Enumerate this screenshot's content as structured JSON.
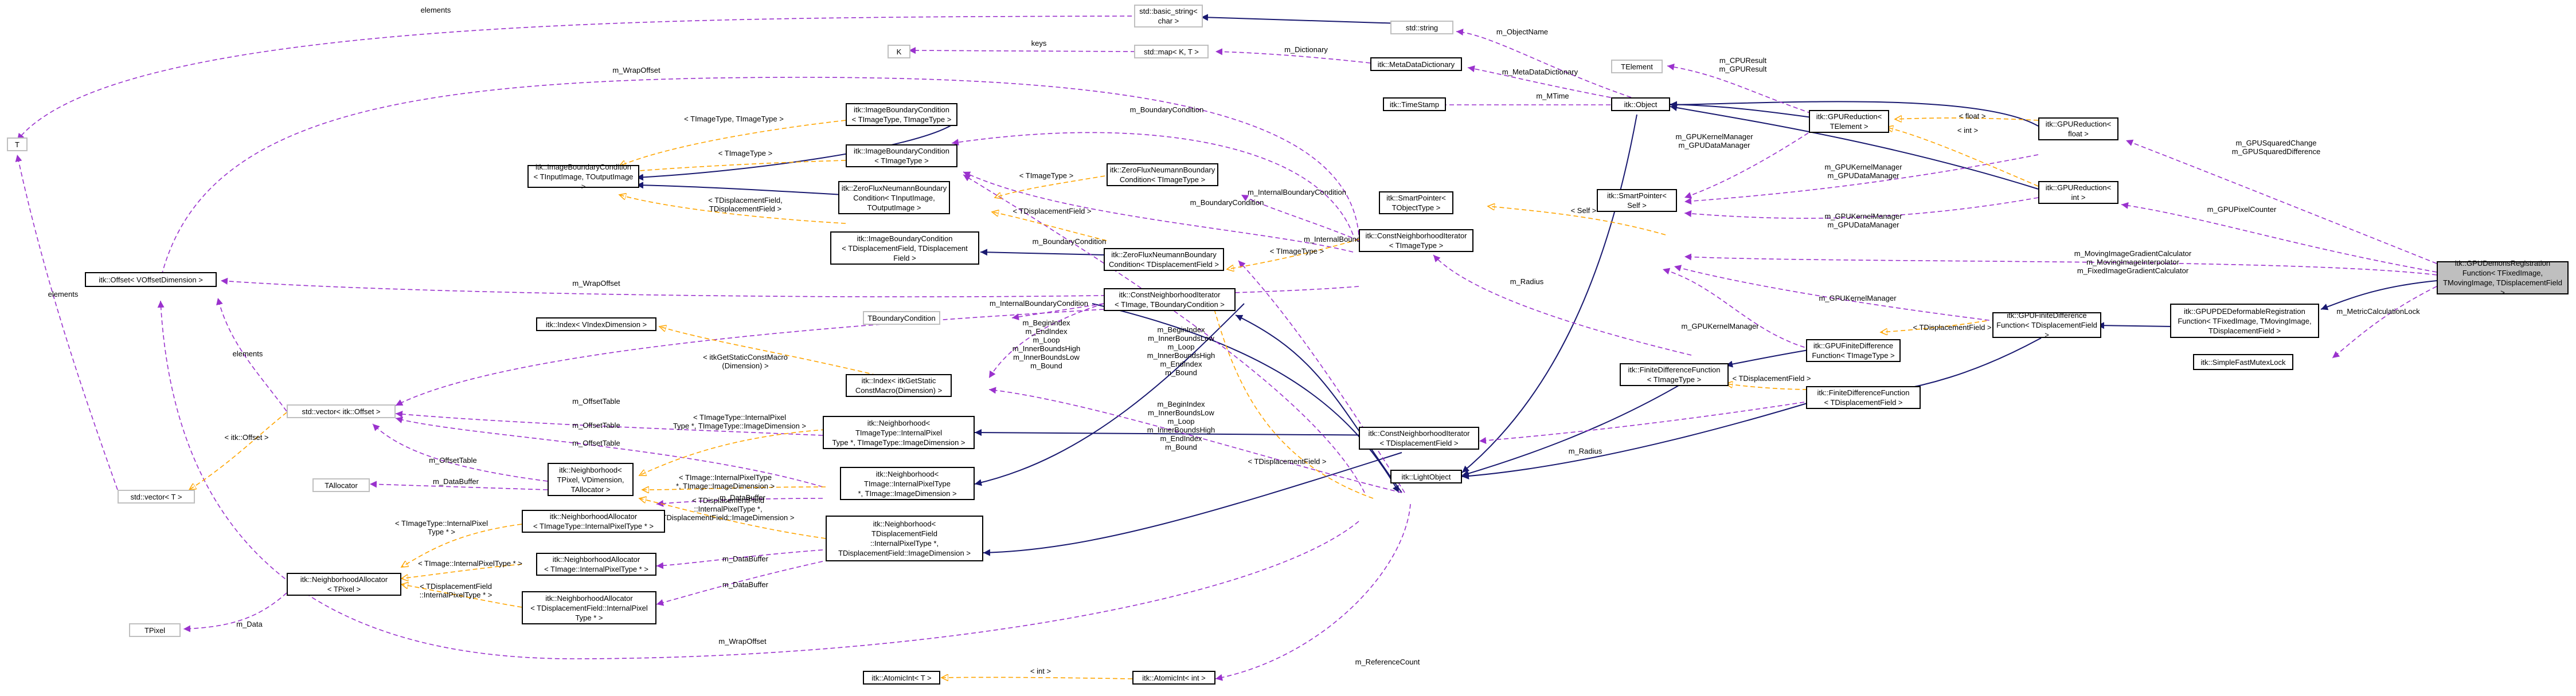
{
  "nodes": {
    "n_focus": "itk::GPUDemonsRegistration\nFunction< TFixedImage,\nTMovingImage, TDisplacementField >",
    "n_basic_string": "std::basic_string<\nchar >",
    "n_string": "std::string",
    "n_K": "K",
    "n_map": "std::map< K, T >",
    "n_T": "T",
    "n_metadict": "itk::MetaDataDictionary",
    "n_timestamp": "itk::TimeStamp",
    "n_object": "itk::Object",
    "n_telement": "TElement",
    "n_gpureduction_te": "itk::GPUReduction<\nTElement >",
    "n_gpureduction_float": "itk::GPUReduction<\nfloat >",
    "n_gpureduction_int": "itk::GPUReduction<\nint >",
    "n_smartptr_self": "itk::SmartPointer<\nSelf >",
    "n_smartptr_tobj": "itk::SmartPointer<\nTObjectType >",
    "n_ibc_tt": "itk::ImageBoundaryCondition\n< TImageType, TImageType >",
    "n_ibc_in_out": "itk::ImageBoundaryCondition\n< TInputImage, TOutputImage >",
    "n_ibc_t": "itk::ImageBoundaryCondition\n< TImageType >",
    "n_zfn_in_out": "itk::ZeroFluxNeumannBoundary\nCondition< TInputImage,\nTOutputImage >",
    "n_zfn_t": "itk::ZeroFluxNeumannBoundary\nCondition< TImageType >",
    "n_ibc_df": "itk::ImageBoundaryCondition\n< TDisplacementField, TDisplacement\nField >",
    "n_zfn_df": "itk::ZeroFluxNeumannBoundary\nCondition< TDisplacementField >",
    "n_cni_t": "itk::ConstNeighborhoodIterator\n< TImageType >",
    "n_cni_tb": "itk::ConstNeighborhoodIterator\n< TImage, TBoundaryCondition >",
    "n_tboundary": "TBoundaryCondition",
    "n_offset_vd": "itk::Offset< VOffsetDimension >",
    "n_index_vd": "itk::Index< VIndexDimension >",
    "n_index_static": "itk::Index< itkGetStatic\nConstMacro(Dimension) >",
    "n_vector_offset": "std::vector< itk::Offset >",
    "n_vector_T": "std::vector< T >",
    "n_nb_tpixel": "itk::Neighborhood<\nTPixel, VDimension,\nTAllocator >",
    "n_tallocator": "TAllocator",
    "n_nb_timagetype": "itk::Neighborhood<\nTImageType::InternalPixel\nType *, TImageType::ImageDimension >",
    "n_nb_timage": "itk::Neighborhood<\nTImage::InternalPixelType\n*, TImage::ImageDimension >",
    "n_nb_df": "itk::Neighborhood<\nTDisplacementField\n::InternalPixelType *,\nTDisplacementField::ImageDimension >",
    "n_na_timagetype": "itk::NeighborhoodAllocator\n< TImageType::InternalPixelType * >",
    "n_na_timage": "itk::NeighborhoodAllocator\n< TImage::InternalPixelType * >",
    "n_na_df": "itk::NeighborhoodAllocator\n< TDisplacementField::InternalPixel\nType * >",
    "n_na_tpixel": "itk::NeighborhoodAllocator\n< TPixel >",
    "n_tpixel": "TPixel",
    "n_atomic_T": "itk::AtomicInt< T >",
    "n_atomic_int": "itk::AtomicInt< int >",
    "n_lightobject": "itk::LightObject",
    "n_cni_df": "itk::ConstNeighborhoodIterator\n< TDisplacementField >",
    "n_fdf_t": "itk::FiniteDifferenceFunction\n< TImageType >",
    "n_gpufdf_t": "itk::GPUFiniteDifference\nFunction< TImageType >",
    "n_fdf_df": "itk::FiniteDifferenceFunction\n< TDisplacementField >",
    "n_gpufdf_df": "itk::GPUFiniteDifference\nFunction< TDisplacementField >",
    "n_gpupde": "itk::GPUPDEDeformableRegistration\nFunction< TFixedImage, TMovingImage,\nTDisplacementField >",
    "n_mutex": "itk::SimpleFastMutexLock"
  },
  "edges": {
    "e_elements_top": "elements",
    "e_keys": "keys",
    "e_objectname": "m_ObjectName",
    "e_dictionary": "m_Dictionary",
    "e_metadatadict": "m_MetaDataDictionary",
    "e_mtime": "m_MTime",
    "e_cpuresult": "m_CPUResult\nm_GPUResult",
    "e_float": "< float >",
    "e_int": "< int >",
    "e_kernel_top": "m_GPUKernelManager\nm_GPUDataManager",
    "e_kernel_mid": "m_GPUKernelManager\nm_GPUDataManager",
    "e_kernel_low": "m_GPUKernelManager\nm_GPUDataManager",
    "e_squared": "m_GPUSquaredChange\nm_GPUSquaredDifference",
    "e_pixelcounter": "m_GPUPixelCounter",
    "e_wrapoffset_top": "m_WrapOffset",
    "e_boundary_top": "m_BoundaryCondition",
    "e_timage_timage": "< TImageType, TImageType >",
    "e_timagetype_1": "< TImageType >",
    "e_timagetype_2": "< TImageType >",
    "e_tdf_tdf": "< TDisplacementField,\nTDisplacementField >",
    "e_tdf_1": "< TDisplacementField >",
    "e_internal_boundary_1": "m_InternalBoundaryCondition",
    "e_boundary_mid": "m_BoundaryCondition",
    "e_boundary_low": "m_BoundaryCondition",
    "e_self": "< Self >",
    "e_timagetype_3": "< TImageType >",
    "e_internal_boundary_2": "m_InternalBoundaryCondition",
    "e_internal_boundary_3": "m_InternalBoundaryCondition",
    "e_moving": "m_MovingImageGradientCalculator\nm_MovingImageInterpolator\nm_FixedImageGradientCalculator",
    "e_metric_lock": "m_MetricCalculationLock",
    "e_kernel_single": "m_GPUKernelManager",
    "e_kernel_single2": "m_GPUKernelManager",
    "e_wrapoffset_mid": "m_WrapOffset",
    "e_getstatic": "< itkGetStaticConstMacro\n(Dimension) >",
    "e_elements_left": "elements",
    "e_elements_vertical": "elements",
    "e_begin_1": "m_BeginIndex\nm_EndIndex\nm_Loop\nm_InnerBoundsHigh\nm_InnerBoundsLow\nm_Bound",
    "e_begin_2": "m_BeginIndex\nm_InnerBoundsLow\nm_Loop\nm_InnerBoundsHigh\nm_EndIndex\nm_Bound",
    "e_begin_3": "m_BeginIndex\nm_InnerBoundsLow\nm_Loop\nm_InnerBoundsHigh\nm_EndIndex\nm_Bound",
    "e_offsettable_1": "m_OffsetTable",
    "e_offsettable_2": "m_OffsetTable",
    "e_offsettable_3": "m_OffsetTable",
    "e_offsettable_4": "m_OffsetTable",
    "e_itk_offset": "< itk::Offset >",
    "e_timagetype_internal": "< TImageType::InternalPixel\nType *, TImageType::ImageDimension >",
    "e_timage_internal": "< TImage::InternalPixelType\n*, TImage::ImageDimension >",
    "e_tdf_internal": "< TDisplacementField\n::InternalPixelType *,\nTDisplacementField::ImageDimension >",
    "e_databuffer_1": "m_DataBuffer",
    "e_databuffer_2": "m_DataBuffer",
    "e_databuffer_3": "m_DataBuffer",
    "e_databuffer_4": "m_DataBuffer",
    "e_timagetype_ptr": "< TImageType::InternalPixel\nType * >",
    "e_timage_ptr": "< TImage::InternalPixelType * >",
    "e_tdf_ptr": "< TDisplacementField\n::InternalPixelType * >",
    "e_data": "m_Data",
    "e_wrapoffset_low": "m_WrapOffset",
    "e_radius_1": "m_Radius",
    "e_radius_2": "m_Radius",
    "e_tdf_2": "< TDisplacementField >",
    "e_tdf_3": "< TDisplacementField >",
    "e_tdf_4": "< TDisplacementField >",
    "e_int_atomic": "< int >",
    "e_refcount": "m_ReferenceCount"
  },
  "colors": {
    "inheritance": "#191970",
    "usage": "#9a32cd",
    "template": "#ffa500",
    "focus_fill": "#bfbfbf",
    "grey_border": "#bfbfbf"
  }
}
